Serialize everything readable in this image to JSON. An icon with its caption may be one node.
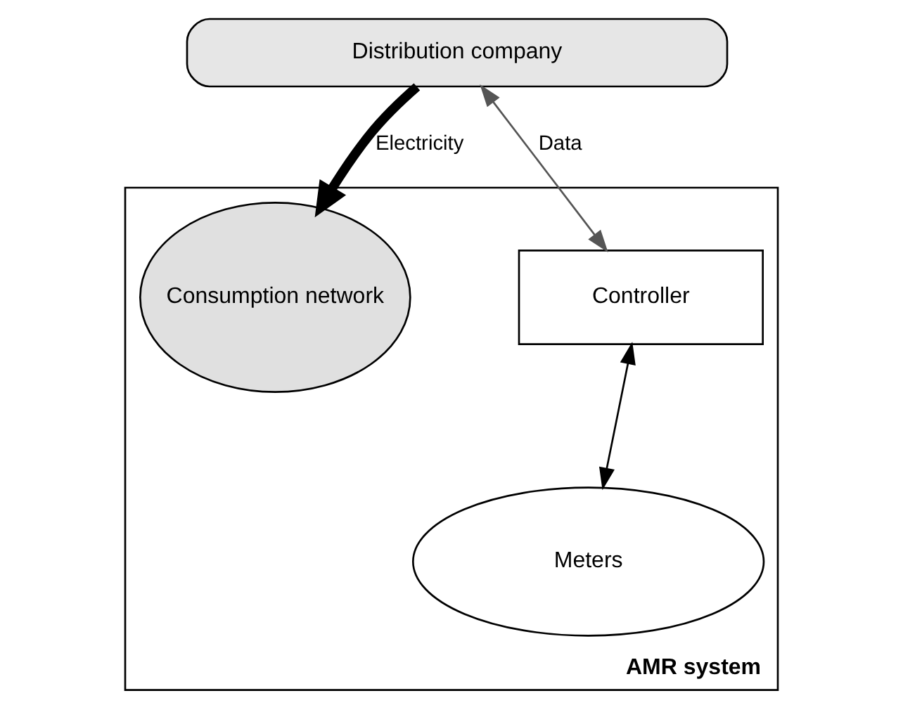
{
  "diagram": {
    "nodes": [
      {
        "text": [
          "Distribution company"
        ]
      },
      {
        "text": [
          "AMR system"
        ]
      },
      {
        "text": [
          "Consumption network"
        ],
        "in": 1
      },
      {
        "text": [
          "Controller"
        ],
        "in": 1
      },
      {
        "text": [
          "Meters"
        ],
        "in": 1
      }
    ],
    "edges": [
      {
        "from": 0,
        "to": 2,
        "arrow": "to",
        "label": "Electricity",
        "style": "thick"
      },
      {
        "from": 0,
        "to": 3,
        "arrow": "both",
        "label": "Data",
        "color": "#555555"
      },
      {
        "from": 3,
        "to": 4,
        "arrow": "both"
      }
    ]
  }
}
